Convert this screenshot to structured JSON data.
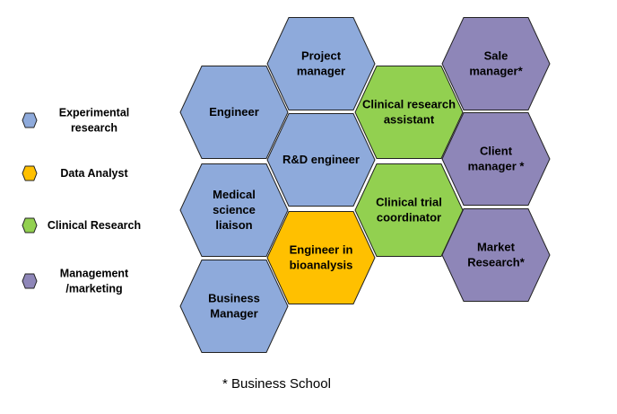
{
  "colors": {
    "experimental": "#8eaadb",
    "data": "#ffc000",
    "clinical": "#92d050",
    "management": "#8e86b8",
    "stroke": "#222222"
  },
  "legend": [
    {
      "key": "experimental",
      "lines": [
        "Experimental",
        "research"
      ]
    },
    {
      "key": "data",
      "lines": [
        "Data Analyst"
      ]
    },
    {
      "key": "clinical",
      "lines": [
        "Clinical Research"
      ]
    },
    {
      "key": "management",
      "lines": [
        "Management",
        "/marketing"
      ]
    }
  ],
  "hexagons": [
    {
      "id": "project-manager",
      "category": "experimental",
      "lines": [
        "Project",
        "manager"
      ]
    },
    {
      "id": "engineer",
      "category": "experimental",
      "lines": [
        "Engineer"
      ]
    },
    {
      "id": "rd-engineer",
      "category": "experimental",
      "lines": [
        "R&D engineer"
      ]
    },
    {
      "id": "medical-science-liaison",
      "category": "experimental",
      "lines": [
        "Medical",
        "science",
        "liaison"
      ]
    },
    {
      "id": "business-manager",
      "category": "experimental",
      "lines": [
        "Business",
        "Manager"
      ]
    },
    {
      "id": "engineer-in-bioanalysis",
      "category": "data",
      "lines": [
        "Engineer in",
        "bioanalysis"
      ]
    },
    {
      "id": "clinical-research-assistant",
      "category": "clinical",
      "lines": [
        "Clinical research",
        "assistant"
      ]
    },
    {
      "id": "clinical-trial-coordinator",
      "category": "clinical",
      "lines": [
        "Clinical trial",
        "coordinator"
      ]
    },
    {
      "id": "sale-manager",
      "category": "management",
      "lines": [
        "Sale",
        "manager*"
      ]
    },
    {
      "id": "client-manager",
      "category": "management",
      "lines": [
        "Client",
        "manager *"
      ]
    },
    {
      "id": "market-research",
      "category": "management",
      "lines": [
        "Market",
        "Research*"
      ]
    }
  ],
  "footnote": "* Business School"
}
